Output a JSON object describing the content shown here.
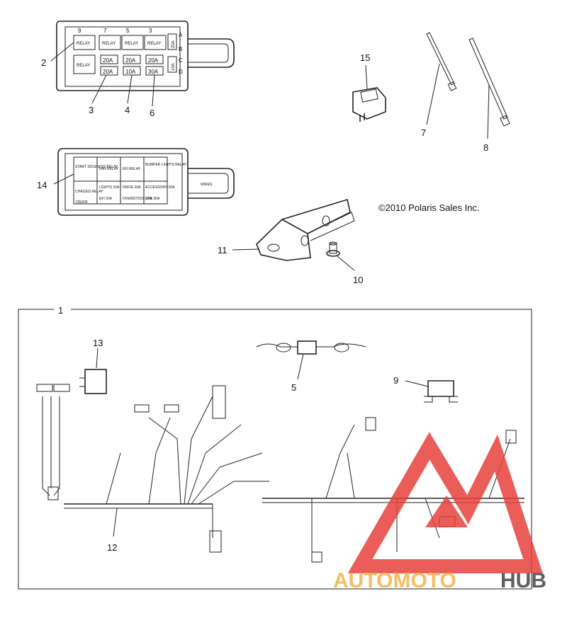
{
  "callouts": {
    "c1": "1",
    "c2": "2",
    "c3": "3",
    "c4": "4",
    "c5": "5",
    "c6": "6",
    "c7": "7",
    "c8": "8",
    "c9": "9",
    "c10": "10",
    "c11": "11",
    "c12": "12",
    "c13": "13",
    "c14": "14",
    "c15": "15"
  },
  "copyright": "©2010 Polaris Sales Inc.",
  "fuse_box_top": {
    "top_numbers": [
      "9",
      "7",
      "5",
      "3"
    ],
    "side_letters": [
      "A",
      "B",
      "C",
      "D"
    ],
    "relay_label": "RELAY",
    "fuses_row1": [
      "20A",
      "20A",
      "20A"
    ],
    "fuses_row2": [
      "20A",
      "10A",
      "30A"
    ],
    "side_fuses": [
      "20A",
      "10A"
    ]
  },
  "fuse_box_cover": {
    "cells_top": [
      "START SOLENOID RELAY",
      "FAN RELAY",
      "EFI RELAY",
      "BUMPER LIGHTS RELAY"
    ],
    "cells_bottom": [
      "CHASSIS RELAY",
      "LIGHTS 20A",
      "DRIVE 20A",
      "ACCESSORY 20A"
    ],
    "cells_bottom2": [
      "",
      "EFI 20A",
      "OVERSTOCK 10A",
      "EPS 30A"
    ],
    "wires_label": "WIRES",
    "part_code": "7ZE000"
  },
  "watermark": {
    "brand_part1": "AUTOMOTO",
    "brand_part2": "HUB",
    "color_primary": "#e8413c",
    "color_secondary": "#f4b24a",
    "color_dark": "#444444"
  }
}
